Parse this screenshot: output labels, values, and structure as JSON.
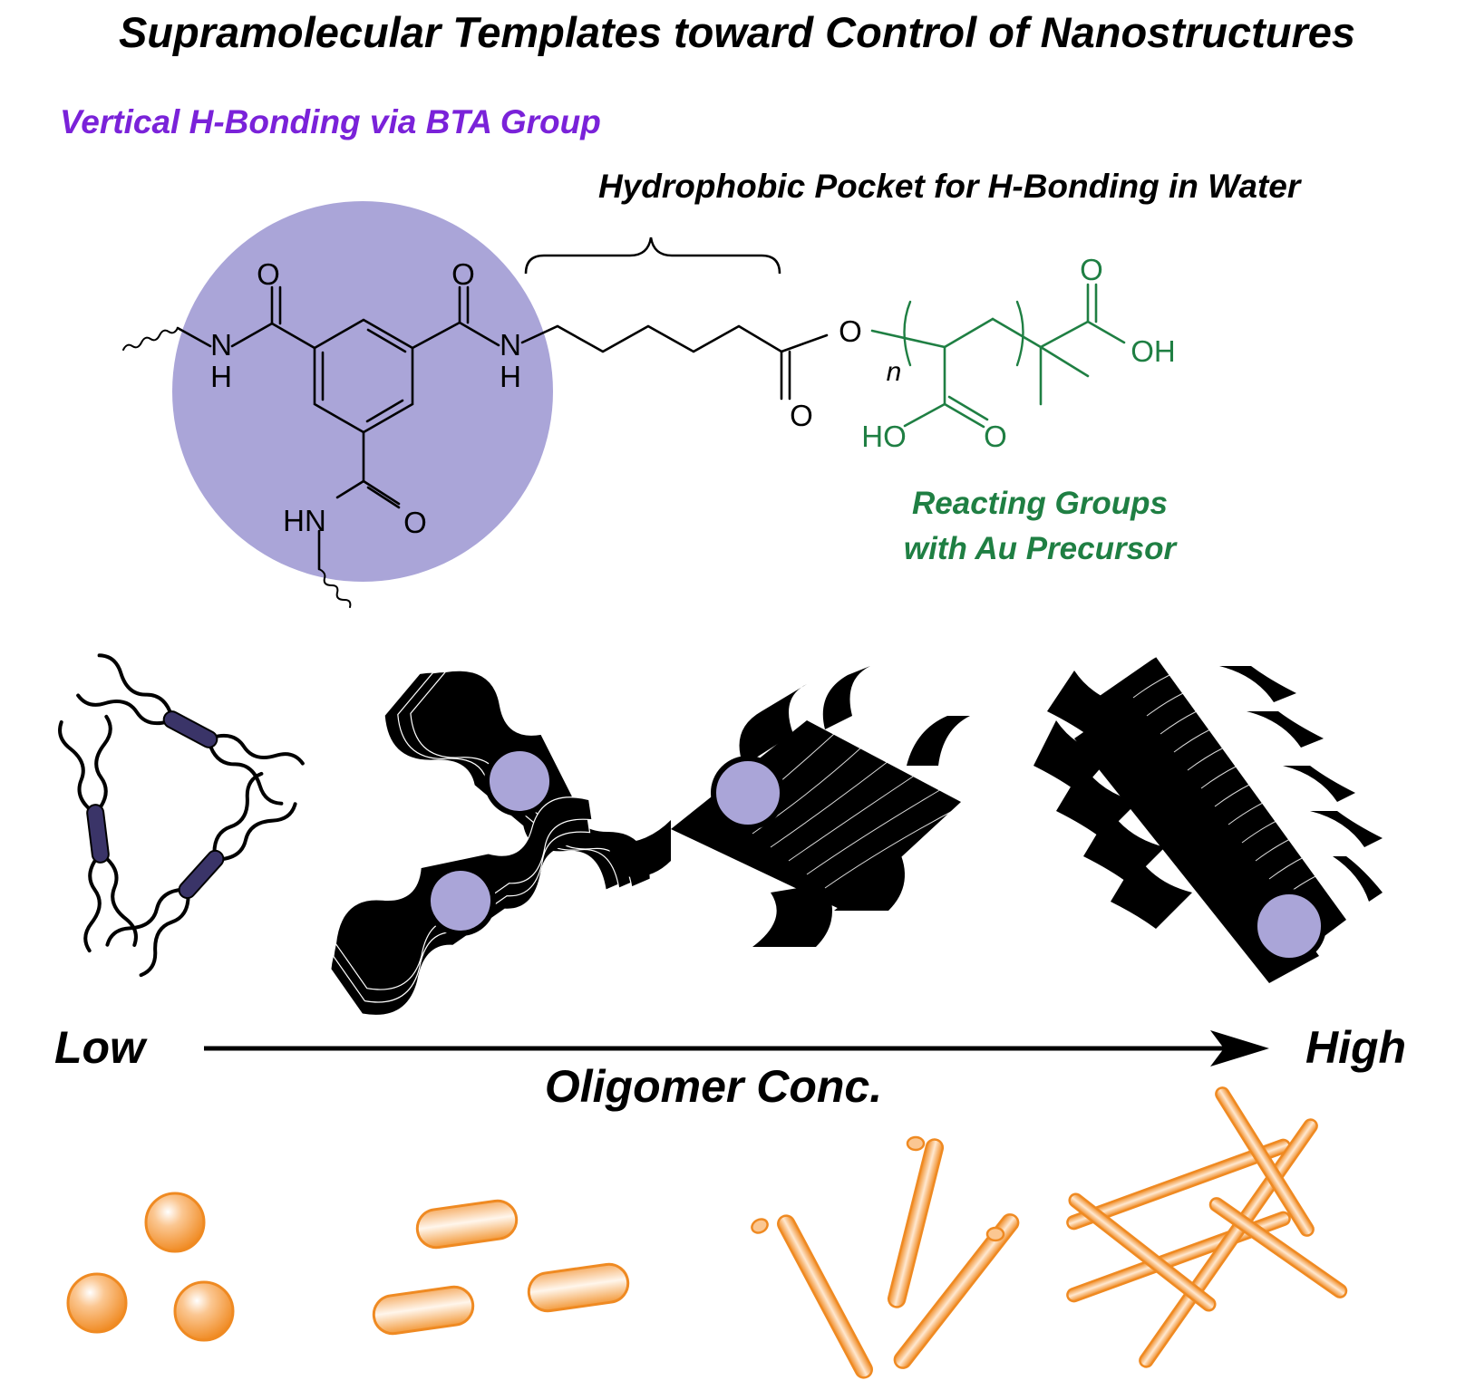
{
  "title": "Supramolecular Templates toward Control of Nanostructures",
  "labels": {
    "bta": "Vertical H-Bonding via BTA Group",
    "pocket": "Hydrophobic Pocket for H-Bonding in Water",
    "reacting_line1": "Reacting Groups",
    "reacting_line2": "with Au Precursor",
    "low": "Low",
    "high": "High",
    "axis": "Oligomer Conc."
  },
  "atoms": {
    "o": "O",
    "h": "H",
    "n": "N",
    "hn": "HN",
    "oh": "OH",
    "ho": "HO",
    "n_repeat": "n"
  },
  "colors": {
    "bta_label": "#7a22d9",
    "bta_disc": "#aaa5d8",
    "green": "#1f7f43",
    "core_rod": "#3a3468",
    "gold": "#f39a3b",
    "gold_dark": "#ef8a22"
  },
  "stages": [
    "monomers",
    "short stacks",
    "longer stacks",
    "bundled fibers"
  ],
  "nanostructures": [
    "spheres",
    "rods",
    "nanowires",
    "nanowire networks"
  ]
}
